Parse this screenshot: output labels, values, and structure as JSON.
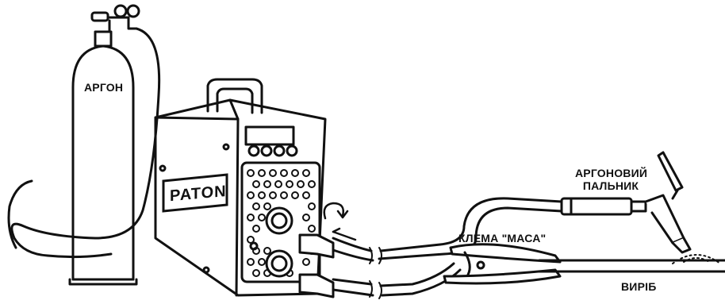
{
  "labels": {
    "gas": "АРГОН",
    "torch_line1": "АРГОНОВИЙ",
    "torch_line2": "ПАЛЬНИК",
    "clamp": "КЛЕМА \"МАСА\"",
    "workpiece": "ВИРІБ",
    "brand": "PATON"
  },
  "colors": {
    "ink": "#111111",
    "background": "#ffffff"
  },
  "icons": [
    "gas-cylinder-icon",
    "regulator-icon",
    "welding-machine-icon",
    "torch-icon",
    "ground-clamp-icon",
    "workpiece-icon",
    "rotation-arrow-icon"
  ]
}
